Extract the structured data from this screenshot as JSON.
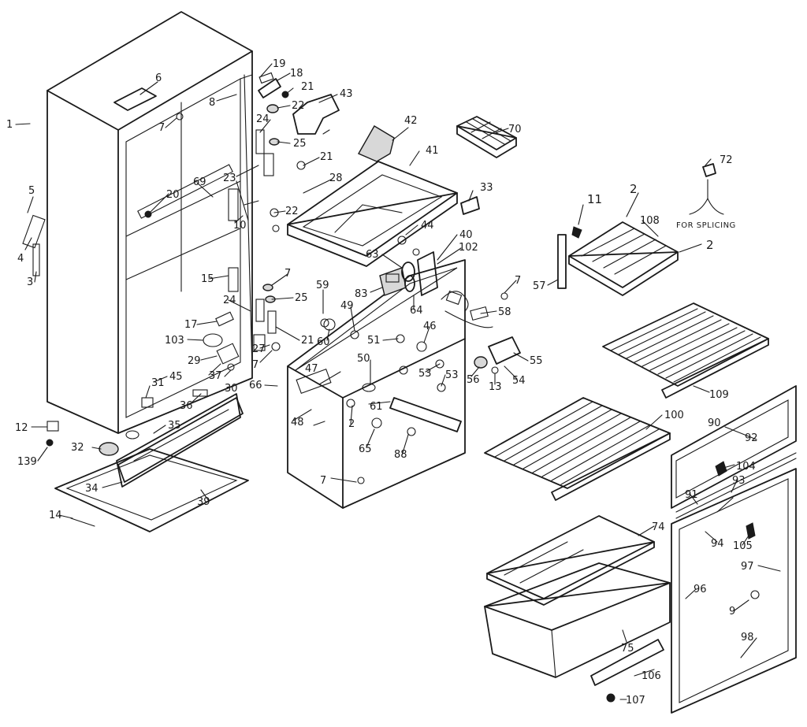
{
  "callouts": [
    "1",
    "2",
    "3",
    "4",
    "5",
    "6",
    "7",
    "8",
    "9",
    "10",
    "11",
    "12",
    "13",
    "14",
    "15",
    "17",
    "18",
    "19",
    "20",
    "21",
    "22",
    "23",
    "24",
    "25",
    "27",
    "28",
    "29",
    "30",
    "31",
    "32",
    "33",
    "34",
    "35",
    "36",
    "37",
    "39",
    "40",
    "41",
    "42",
    "43",
    "44",
    "45",
    "46",
    "47",
    "48",
    "49",
    "50",
    "51",
    "53",
    "54",
    "55",
    "56",
    "57",
    "58",
    "59",
    "60",
    "61",
    "63",
    "64",
    "65",
    "66",
    "69",
    "70",
    "72",
    "74",
    "75",
    "83",
    "88",
    "90",
    "91",
    "92",
    "93",
    "94",
    "96",
    "97",
    "98",
    "100",
    "102",
    "103",
    "104",
    "105",
    "106",
    "107",
    "108",
    "109",
    "139"
  ],
  "annotation": "FOR SPLICING"
}
